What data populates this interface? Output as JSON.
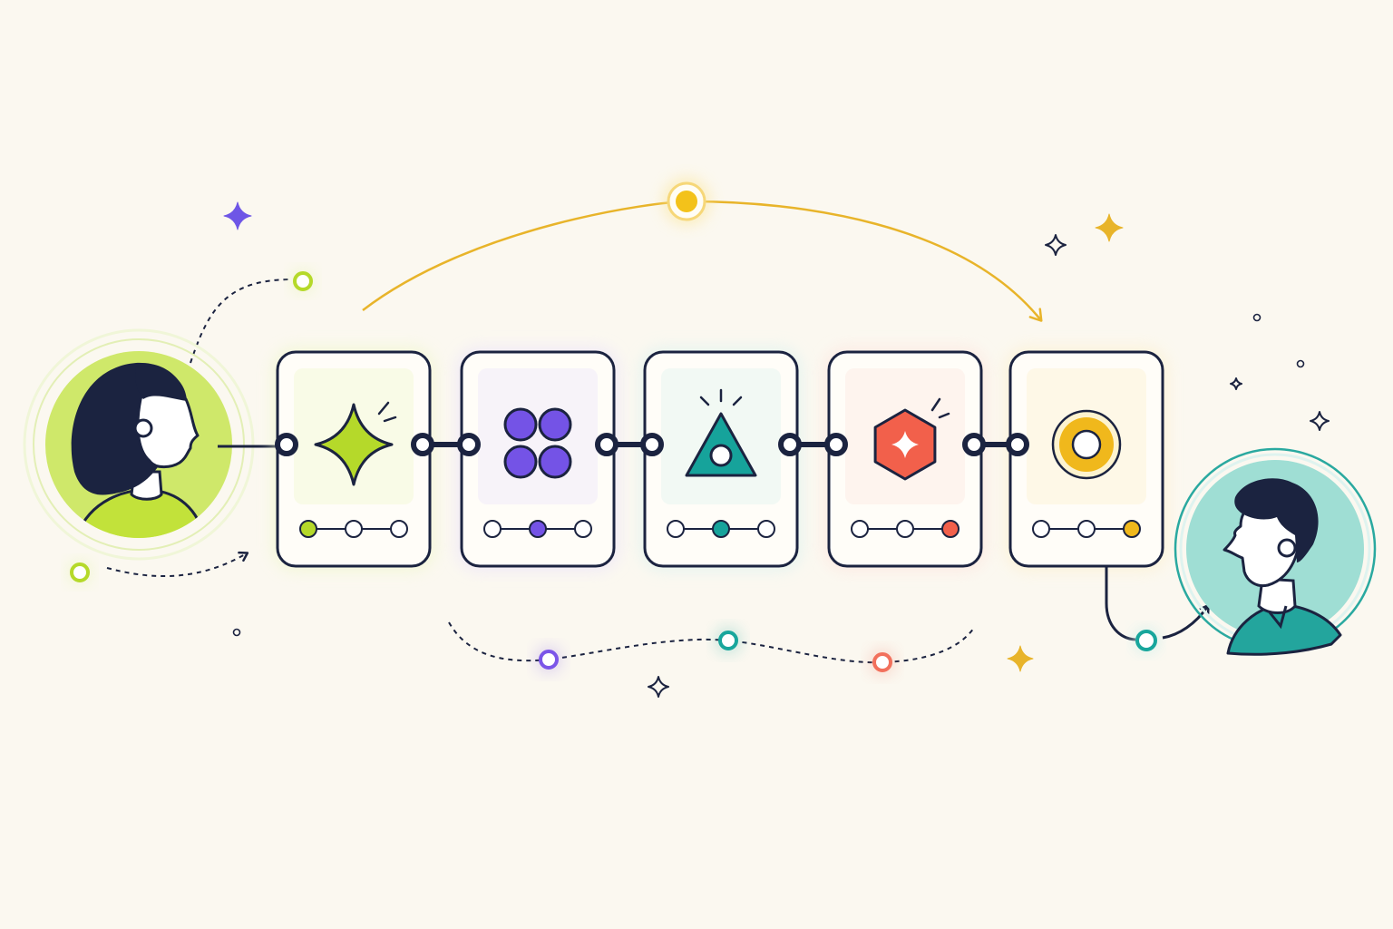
{
  "diagram": {
    "background": "#fbf8f0",
    "ink": "#1b2340",
    "start_person": {
      "name": "woman-avatar",
      "color": "#cfe86a",
      "shirt": "#c2e23a"
    },
    "end_person": {
      "name": "man-avatar",
      "color": "#9fded4",
      "shirt": "#23a59d"
    },
    "steps": [
      {
        "name": "diamond-step",
        "icon": "diamond-icon",
        "accent": "#b5d92a",
        "tint": "#eef6c8",
        "active_dot": 0
      },
      {
        "name": "four-dots-step",
        "icon": "four-dots-icon",
        "accent": "#7453e6",
        "tint": "#e8e0fb",
        "active_dot": 1
      },
      {
        "name": "triangle-step",
        "icon": "triangle-icon",
        "accent": "#16a39b",
        "tint": "#d9f2ee",
        "active_dot": 1
      },
      {
        "name": "hexagon-step",
        "icon": "hexagon-star-icon",
        "accent": "#f2604b",
        "tint": "#fde2dc",
        "active_dot": 2
      },
      {
        "name": "ring-step",
        "icon": "ring-icon",
        "accent": "#f0b81c",
        "tint": "#fcefc9",
        "active_dot": 2
      }
    ],
    "arc_color": "#e8b42a",
    "arc_node_color": "#f3c21a",
    "wave_nodes": [
      "#7b55e8",
      "#18a69c",
      "#f2705c"
    ],
    "sparkle_colors": [
      "#6e56e6",
      "#e8b42a",
      "#1b2340"
    ]
  }
}
